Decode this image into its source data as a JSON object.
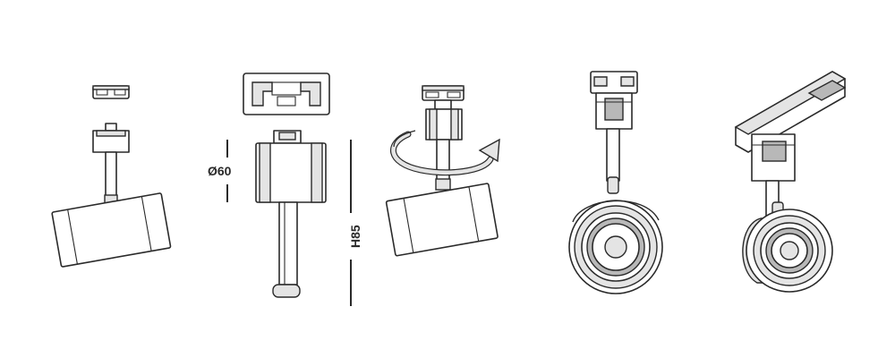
{
  "diagram": {
    "dimensions": {
      "diameter_label": "Ø60",
      "height_label": "H85"
    },
    "colors": {
      "stroke": "#2a2a2a",
      "fill": "#ffffff",
      "light_fill": "#e4e4e4",
      "dark_fill": "#b8b8b8"
    },
    "views": [
      {
        "name": "side-view-tilted"
      },
      {
        "name": "side-view-dimensioned"
      },
      {
        "name": "side-view-rotating"
      },
      {
        "name": "front-view-perspective"
      },
      {
        "name": "front-view-on-track"
      }
    ]
  }
}
